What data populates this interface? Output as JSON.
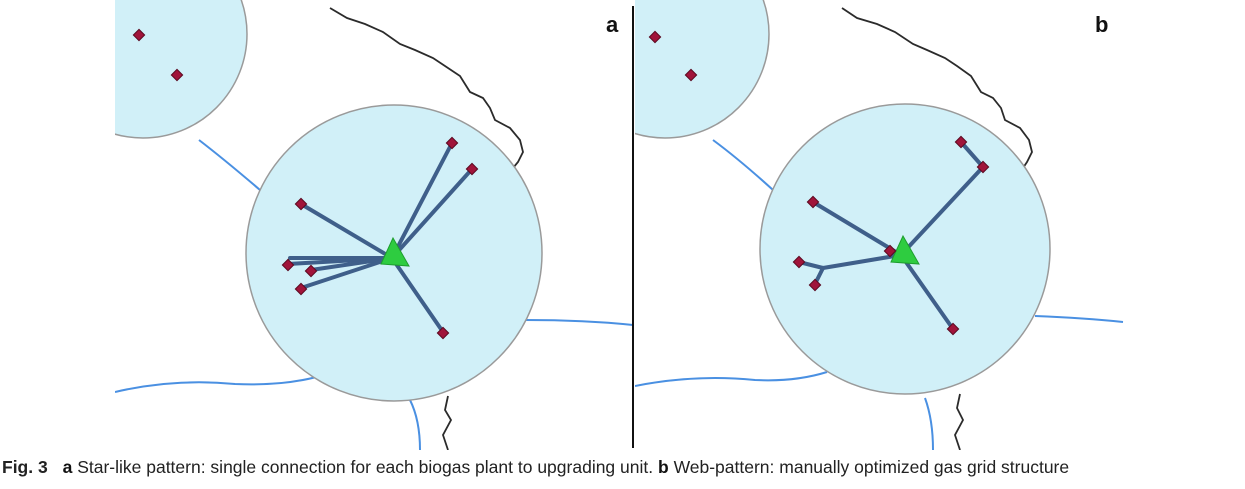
{
  "panels": {
    "a": {
      "letter": "a"
    },
    "b": {
      "letter": "b"
    }
  },
  "caption": {
    "fig_label": "Fig. 3",
    "a_letter": "a",
    "a_text": "Star-like pattern: single connection for each biogas plant to upgrading unit.",
    "b_letter": "b",
    "b_text": "Web-pattern: manually optimized gas grid structure"
  },
  "colors": {
    "circle_fill": "#d1f0f8",
    "circle_stroke": "#9a9a9a",
    "pipe": "#3f5f8a",
    "river": "#4a90e2",
    "border": "#2b2b2b",
    "plant": "#a0143a",
    "upgrading_unit": "#2ecc40"
  },
  "icons": {
    "plant": "diamond-icon",
    "upgrading_unit": "triangle-icon"
  }
}
